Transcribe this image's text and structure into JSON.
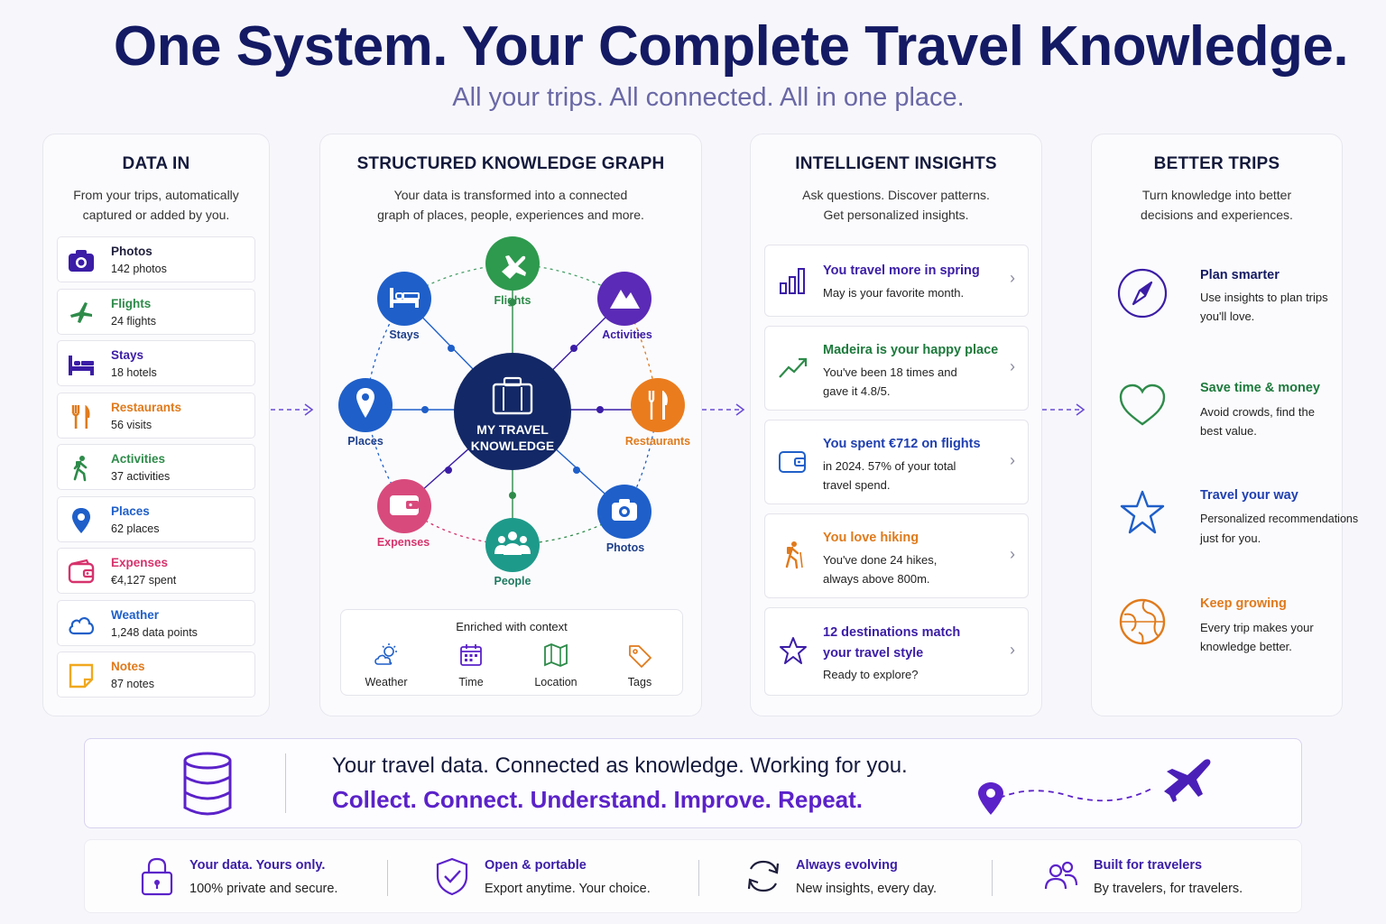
{
  "header": {
    "title": "One System. Your Complete Travel Knowledge.",
    "subtitle": "All your trips. All connected. All in one place."
  },
  "colors": {
    "navy": "#141a63",
    "purple": "#5b22c9",
    "green": "#2e8b4a",
    "orange": "#e07a1c",
    "blue": "#1f5fc9",
    "pink": "#d6336c",
    "yellow": "#f0a81e"
  },
  "data_in": {
    "heading": "DATA IN",
    "desc_line1": "From your trips, automatically",
    "desc_line2": "captured or added by you.",
    "items": [
      {
        "label": "Photos",
        "value": "142 photos",
        "icon": "camera-icon",
        "color": "#3b1da6"
      },
      {
        "label": "Flights",
        "value": "24 flights",
        "icon": "plane-icon",
        "color": "#2e8b4a"
      },
      {
        "label": "Stays",
        "value": "18 hotels",
        "icon": "bed-icon",
        "color": "#3b1da6"
      },
      {
        "label": "Restaurants",
        "value": "56 visits",
        "icon": "cutlery-icon",
        "color": "#e07a1c"
      },
      {
        "label": "Activities",
        "value": "37 activities",
        "icon": "hiker-icon",
        "color": "#2e8b4a"
      },
      {
        "label": "Places",
        "value": "62 places",
        "icon": "pin-icon",
        "color": "#1f5fc9"
      },
      {
        "label": "Expenses",
        "value": "€4,127 spent",
        "icon": "wallet-icon",
        "color": "#d6336c"
      },
      {
        "label": "Weather",
        "value": "1,248 data points",
        "icon": "cloud-icon",
        "color": "#1f5fc9"
      },
      {
        "label": "Notes",
        "value": "87 notes",
        "icon": "note-icon",
        "color": "#e07a1c"
      }
    ]
  },
  "graph": {
    "heading": "STRUCTURED KNOWLEDGE GRAPH",
    "desc_line1": "Your data is transformed into a connected",
    "desc_line2": "graph of places, people, experiences and more.",
    "center_line1": "MY TRAVEL",
    "center_line2": "KNOWLEDGE",
    "nodes": {
      "flights": "Flights",
      "stays": "Stays",
      "activities": "Activities",
      "places": "Places",
      "restaurants": "Restaurants",
      "expenses": "Expenses",
      "people": "People",
      "photos": "Photos"
    },
    "context_title": "Enriched with context",
    "context": [
      "Weather",
      "Time",
      "Location",
      "Tags"
    ]
  },
  "insights": {
    "heading": "INTELLIGENT INSIGHTS",
    "desc_line1": "Ask questions. Discover patterns.",
    "desc_line2": "Get personalized insights.",
    "cards": [
      {
        "title": "You travel more in spring",
        "line1": "May is your favorite month.",
        "line2": ""
      },
      {
        "title": "Madeira is your happy place",
        "line1": "You've been 18 times and",
        "line2": "gave it 4.8/5."
      },
      {
        "title": "You spent €712 on flights",
        "line1": "in 2024. 57% of your total",
        "line2": "travel spend."
      },
      {
        "title": "You love hiking",
        "line1": "You've done 24 hikes,",
        "line2": "always above 800m."
      },
      {
        "title_line1": "12 destinations match",
        "title_line2": "your travel style",
        "line1": "Ready to explore?"
      }
    ]
  },
  "better": {
    "heading": "BETTER TRIPS",
    "desc_line1": "Turn knowledge into better",
    "desc_line2": "decisions and experiences.",
    "items": [
      {
        "title": "Plan smarter",
        "line1": "Use insights to plan trips",
        "line2": "you'll love."
      },
      {
        "title": "Save time & money",
        "line1": "Avoid crowds, find the",
        "line2": "best value."
      },
      {
        "title": "Travel your way",
        "line1": "Personalized recommendations",
        "line2": "just for you."
      },
      {
        "title": "Keep growing",
        "line1": "Every trip makes your",
        "line2": "knowledge better."
      }
    ]
  },
  "banner": {
    "line1": "Your travel data. Connected as knowledge. Working for you.",
    "line2": "Collect. Connect. Understand. Improve. Repeat."
  },
  "footer": [
    {
      "title": "Your data. Yours only.",
      "text": "100% private and secure."
    },
    {
      "title": "Open & portable",
      "text": "Export anytime. Your choice."
    },
    {
      "title": "Always evolving",
      "text": "New insights, every day."
    },
    {
      "title": "Built for travelers",
      "text": "By travelers, for travelers."
    }
  ]
}
